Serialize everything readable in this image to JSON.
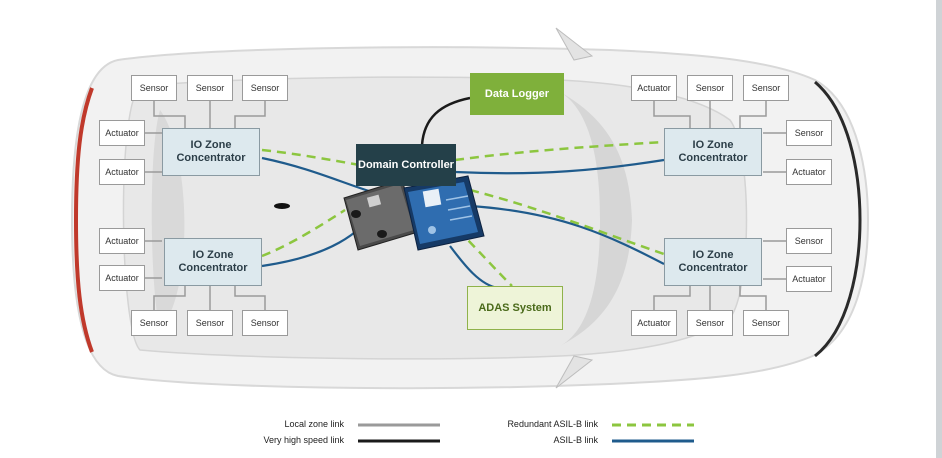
{
  "nodes": {
    "data_logger": "Data Logger",
    "domain_controller": "Domain Controller",
    "adas_system": "ADAS System",
    "io_zone": "IO Zone Concentrator",
    "sensor": "Sensor",
    "actuator": "Actuator"
  },
  "legend": {
    "local_zone_link": "Local zone link",
    "very_high_speed_link": "Very high speed link",
    "redundant_asil_b_link": "Redundant ASIL-B link",
    "asil_b_link": "ASIL-B link"
  },
  "colors": {
    "local_zone_link": "#9a9a9a",
    "very_high_speed_link": "#1a1a1a",
    "redundant_asil_b_link": "#8cc63f",
    "asil_b_link": "#1f5b8c",
    "data_logger_fill": "#7fb03b",
    "domain_controller_fill": "#244049",
    "zone_fill": "#dde9ee"
  }
}
